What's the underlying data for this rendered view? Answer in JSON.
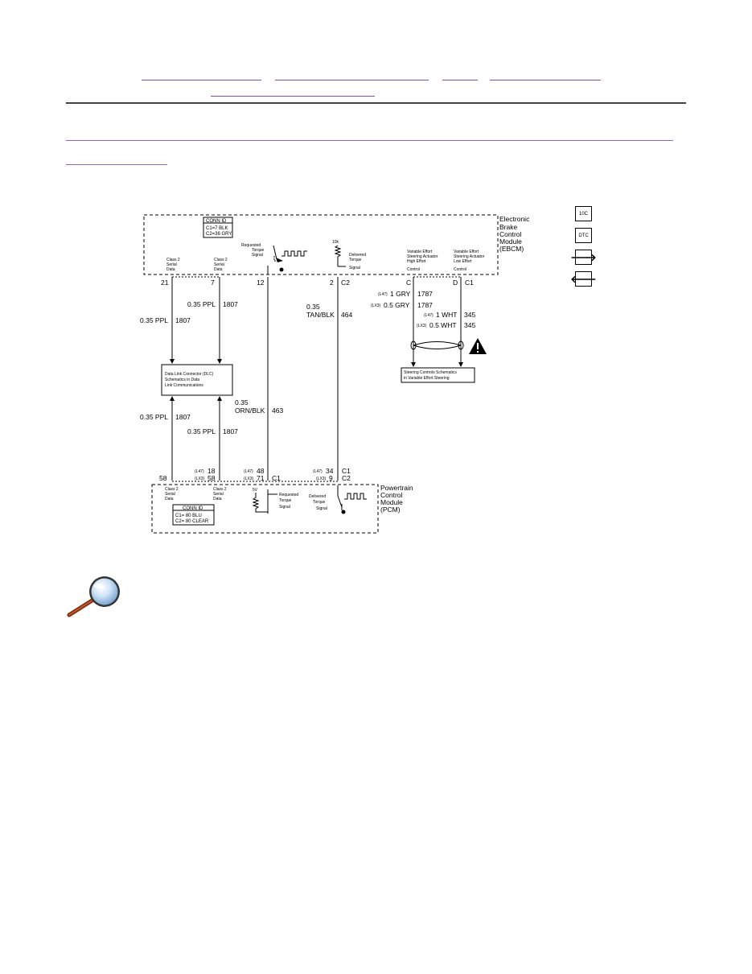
{
  "diagram": {
    "ebcm": {
      "name_lines": [
        "Electronic",
        "Brake",
        "Control",
        "Module",
        "(EBCM)"
      ],
      "conn_id_title": "CONN ID",
      "conn_id_lines": [
        "C1=7 BLK",
        "C2=36 GRY"
      ],
      "signals": {
        "class2_a": [
          "Class 2",
          "Serial",
          "Data"
        ],
        "class2_b": [
          "Class 2",
          "Serial",
          "Data"
        ],
        "requested_torque": [
          "Requested",
          "Torque",
          "Signal"
        ],
        "delivered_torque": [
          "Delivered",
          "Torque",
          "Signal"
        ],
        "veh_high": [
          "Variable Effort",
          "Steering Actuator",
          "High Effort",
          "Control"
        ],
        "veh_low": [
          "Variable Effort",
          "Steering Actuator",
          "Low Effort",
          "Control"
        ],
        "ten_k": "10k"
      },
      "pins": {
        "p21": "21",
        "p7": "7",
        "p12": "12",
        "p2": "2",
        "c2": "C2",
        "pc": "C",
        "pd": "D",
        "c1": "C1"
      }
    },
    "wires": {
      "w1807_left_top": [
        "0.35 PPL",
        "1807"
      ],
      "w1807_right_top": [
        "0.35 PPL",
        "1807"
      ],
      "w464": [
        "0.35",
        "TAN/BLK",
        "464"
      ],
      "w1787_l47": [
        "(L47)",
        "1 GRY",
        "1787"
      ],
      "w1787_lx3": [
        "(LX3)",
        "0.5 GRY",
        "1787"
      ],
      "w345_l47": [
        "(L47)",
        "1 WHT",
        "345"
      ],
      "w345_lx3": [
        "(LX3)",
        "0.5 WHT",
        "345"
      ],
      "w463": [
        "0.35",
        "ORN/BLK",
        "463"
      ],
      "w1807_left_bot": [
        "0.35 PPL",
        "1807"
      ],
      "w1807_right_bot": [
        "0.35 PPL",
        "1807"
      ]
    },
    "dlc_lines": [
      "Data Link Connector (DLC)",
      "Schematics in Data",
      "Link Communications"
    ],
    "steering_lines": [
      "Steering Controls Schematics",
      "in Variable Effort Steering"
    ],
    "pcm": {
      "name_lines": [
        "Powertrain",
        "Control",
        "Module",
        "(PCM)"
      ],
      "conn_id_title": "CONN ID",
      "conn_id_lines": [
        "C1= 80 BLU",
        "C2= 80 CLEAR"
      ],
      "pins": {
        "p58": "58",
        "p18": [
          "(L47)",
          "18"
        ],
        "p58b": [
          "(LX3)",
          "58"
        ],
        "p48": [
          "(L47)",
          "48"
        ],
        "p71": [
          "(LX3)",
          "71"
        ],
        "c1a": "C1",
        "p34": [
          "(L47)",
          "34"
        ],
        "p9": [
          "(LX3)",
          "9"
        ],
        "c1b": "C1",
        "c2": "C2"
      },
      "signals": {
        "class2_a": [
          "Class 2",
          "Serial",
          "Data"
        ],
        "class2_b": [
          "Class 2",
          "Serial",
          "Data"
        ],
        "five_v": "5V",
        "requested_torque": [
          "Requested",
          "Torque",
          "Signal"
        ],
        "delivered_torque": [
          "Delivered",
          "Torque",
          "Signal"
        ]
      }
    }
  },
  "nav": {
    "legend_btn": [
      "1",
      "0",
      "C"
    ],
    "dtc_btn": [
      "D",
      "T",
      "C"
    ],
    "next_icon": "arrow-right-icon",
    "prev_icon": "arrow-left-icon",
    "next_glyph": "🡒",
    "prev_glyph": "🡐"
  },
  "icons": {
    "warning": "warning-triangle-icon",
    "magnifier": "magnifier-icon"
  }
}
